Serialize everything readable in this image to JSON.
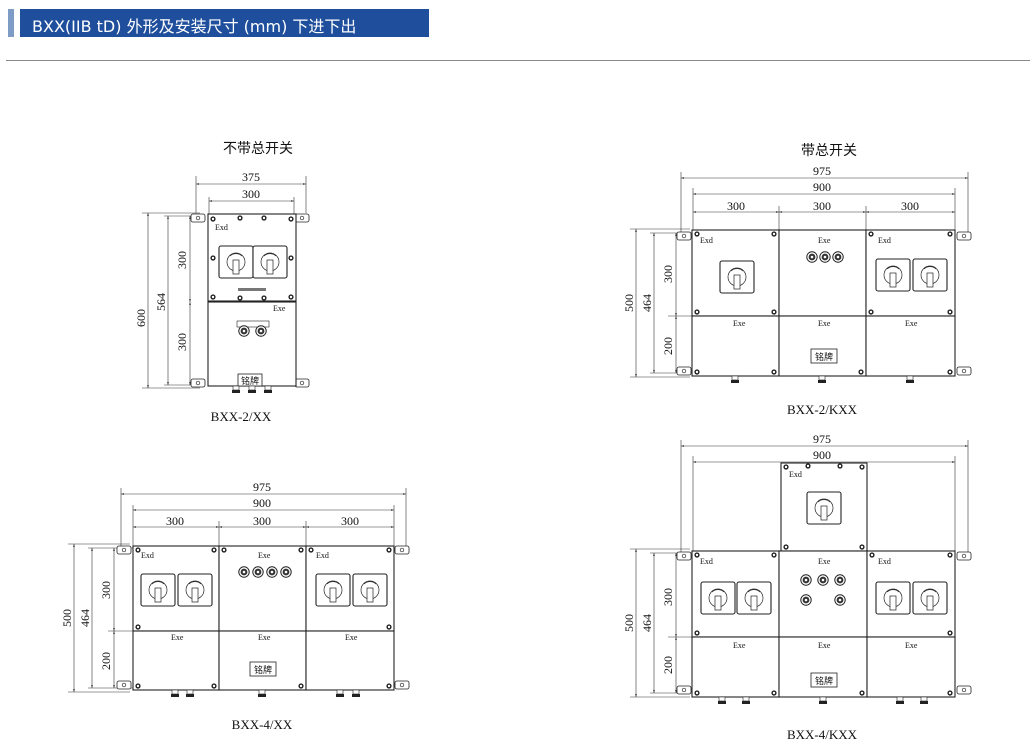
{
  "header": {
    "title": "BXX(IIB tD) 外形及安装尺寸 (mm) 下进下出",
    "accent_color": "#7f9cc6",
    "bar_color": "#1f4f9c"
  },
  "labels": {
    "no_main_switch": "不带总开关",
    "with_main_switch": "带总开关",
    "exd": "Exd",
    "exe": "Exe",
    "nameplate": "铭牌"
  },
  "models": {
    "bxx_2_xx": "BXX-2/XX",
    "bxx_2_kxx": "BXX-2/KXX",
    "bxx_4_xx": "BXX-4/XX",
    "bxx_4_kxx": "BXX-4/KXX"
  },
  "dimensions": {
    "d375": "375",
    "d300": "300",
    "d564": "564",
    "d600": "600",
    "d975": "975",
    "d900": "900",
    "d500": "500",
    "d464": "464",
    "d200": "200"
  }
}
